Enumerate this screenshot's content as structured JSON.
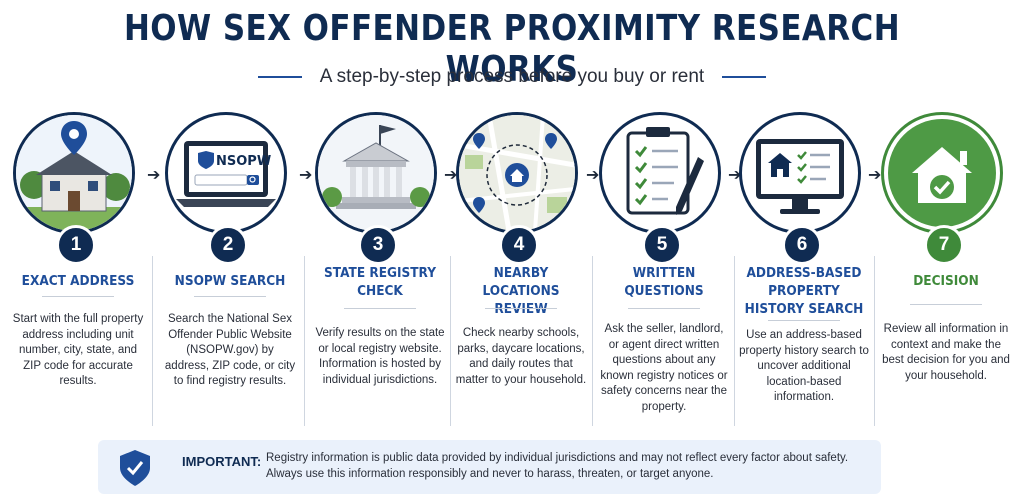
{
  "title": "HOW SEX OFFENDER PROXIMITY RESEARCH WORKS",
  "subtitle": "A step-by-step process before you buy or rent",
  "steps": [
    {
      "number": "1",
      "title": "EXACT ADDRESS",
      "text": "Start with the full property address including unit number, city, state, and ZIP code for accurate results."
    },
    {
      "number": "2",
      "title": "NSOPW SEARCH",
      "icon_label": "NSOPW",
      "text": "Search the National Sex Offender Public Website (NSOPW.gov) by address, ZIP code, or city to find registry results."
    },
    {
      "number": "3",
      "title": "STATE REGISTRY CHECK",
      "text": "Verify results on the state or local registry website. Information is hosted by individual jurisdictions."
    },
    {
      "number": "4",
      "title": "NEARBY LOCATIONS REVIEW",
      "text": "Check nearby schools, parks, daycare locations, and daily routes that matter to your household."
    },
    {
      "number": "5",
      "title": "WRITTEN QUESTIONS",
      "text": "Ask the seller, landlord, or agent direct written questions about any known registry notices or safety concerns near the property."
    },
    {
      "number": "6",
      "title": "ADDRESS-BASED PROPERTY HISTORY SEARCH",
      "text": "Use an address-based property history search to uncover additional location-based information."
    },
    {
      "number": "7",
      "title": "DECISION",
      "text": "Review all information in context and make the best decision for you and your household."
    }
  ],
  "important": {
    "label": "IMPORTANT:",
    "text": "Registry information is public data provided by individual jurisdictions and may not reflect every factor about safety. Always use this information responsibly and never to harass, threaten, or target anyone."
  },
  "colors": {
    "navy": "#0f2b52",
    "blue": "#1f4e9a",
    "green": "#3f8a3a",
    "panel": "#eaf1fb"
  }
}
